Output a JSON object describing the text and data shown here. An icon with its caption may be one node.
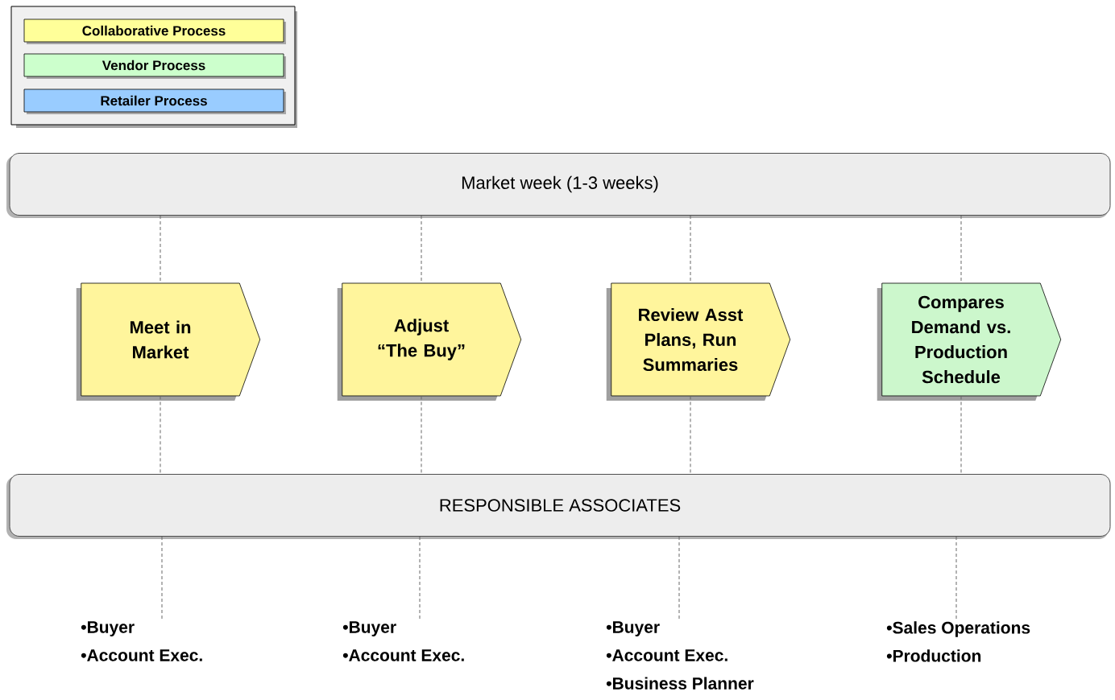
{
  "diagram": {
    "nodes": [
      {
        "text": [
          "Market week (1-3 weeks)"
        ]
      },
      {
        "text": [
          "Meet in Market"
        ]
      },
      {
        "text": [
          "Adjust “The Buy”"
        ]
      },
      {
        "text": [
          "Review Asst Plans, Run Summaries"
        ]
      },
      {
        "text": [
          "Compares Demand vs. Production Schedule"
        ]
      },
      {
        "text": [
          "RESPONSIBLE ASSOCIATES"
        ]
      },
      {
        "text": [
          "•Buyer",
          "•Account Exec."
        ]
      },
      {
        "text": [
          "•Buyer",
          "•Account Exec."
        ]
      },
      {
        "text": [
          "•Buyer",
          "•Account Exec.",
          "•Business Planner"
        ]
      },
      {
        "text": [
          "•Sales Operations",
          "•Production"
        ]
      }
    ],
    "edges": [
      {
        "from": 0,
        "to": 1,
        "arrow": "none",
        "style": "dashed"
      },
      {
        "from": 0,
        "to": 2,
        "arrow": "none",
        "style": "dashed"
      },
      {
        "from": 0,
        "to": 3,
        "arrow": "none",
        "style": "dashed"
      },
      {
        "from": 0,
        "to": 4,
        "arrow": "none",
        "style": "dashed"
      },
      {
        "from": 1,
        "to": 5,
        "arrow": "none",
        "style": "dashed"
      },
      {
        "from": 2,
        "to": 5,
        "arrow": "none",
        "style": "dashed"
      },
      {
        "from": 3,
        "to": 5,
        "arrow": "none",
        "style": "dashed"
      },
      {
        "from": 4,
        "to": 5,
        "arrow": "none",
        "style": "dashed"
      },
      {
        "from": 5,
        "to": 6,
        "arrow": "none",
        "style": "dashed"
      },
      {
        "from": 5,
        "to": 7,
        "arrow": "none",
        "style": "dashed"
      },
      {
        "from": 5,
        "to": 8,
        "arrow": "none",
        "style": "dashed"
      },
      {
        "from": 5,
        "to": 9,
        "arrow": "none",
        "style": "dashed"
      }
    ],
    "legend": [
      {
        "text": "Collaborative Process",
        "color": "#ffff99"
      },
      {
        "text": "Vendor Process",
        "color": "#ccffcc"
      },
      {
        "text": "Retailer Process",
        "color": "#99ccff"
      }
    ]
  }
}
